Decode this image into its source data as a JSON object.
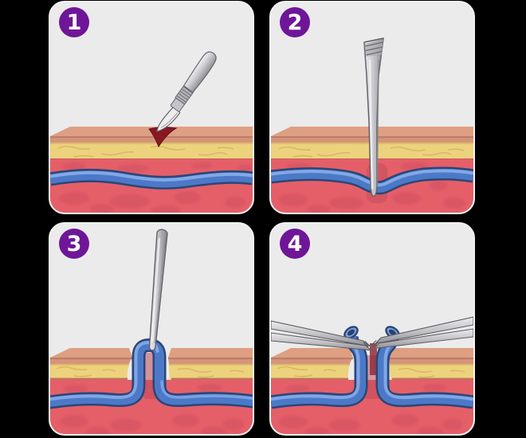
{
  "figure": {
    "background_color": "#000000",
    "panel_background": "#ebebeb",
    "badge": {
      "fill_color": "#6e1697",
      "text_color": "#ffffff"
    },
    "panels": [
      {
        "number": "1",
        "icons": [
          "scalpel-icon",
          "incision-icon",
          "tissue-layers-icon"
        ]
      },
      {
        "number": "2",
        "icons": [
          "flat-dissector-icon",
          "tissue-layers-icon"
        ]
      },
      {
        "number": "3",
        "icons": [
          "probe-icon",
          "vessel-loop-icon",
          "tissue-layers-icon"
        ]
      },
      {
        "number": "4",
        "icons": [
          "forceps-left-icon",
          "forceps-right-icon",
          "cut-vessel-icon",
          "tissue-layers-icon"
        ]
      }
    ],
    "colors": {
      "skin_top": "#de9f82",
      "skin_front": "#d5947b",
      "fat": "#edd27d",
      "muscle": "#e55f69",
      "muscle_blob": "#d85564",
      "vessel_body": "#4c79c7",
      "vessel_outline": "#2b4677",
      "vessel_highlight": "#85abe8",
      "incision": "#8a1822",
      "instrument": "#c4c4c8"
    }
  }
}
